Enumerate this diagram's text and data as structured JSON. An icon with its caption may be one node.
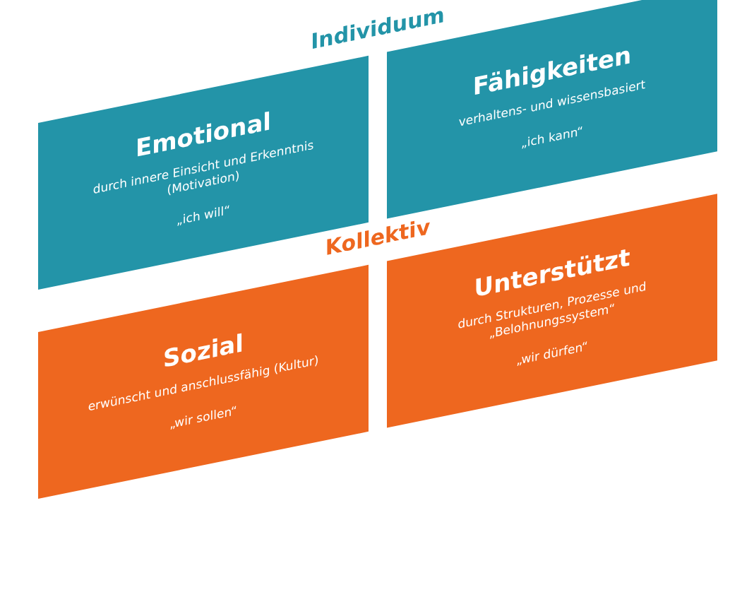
{
  "diagram": {
    "nodes": [
      {
        "text": [
          "Emotional",
          "durch innere Einsicht und Erkenntnis (Motivation)",
          "„ich will“"
        ]
      },
      {
        "text": [
          "Fähigkeiten",
          "verhaltens- und wissensbasiert",
          "„ich kann“"
        ]
      },
      {
        "text": [
          "Sozial",
          "erwünscht und anschlussfähig (Kultur)",
          "„wir sollen“"
        ]
      },
      {
        "text": [
          "Unterstützt",
          "durch Strukturen, Prozesse und „Belohnungssystem“",
          "„wir dürfen“"
        ]
      }
    ],
    "labels": [
      "Individuum",
      "Kollektiv"
    ]
  }
}
